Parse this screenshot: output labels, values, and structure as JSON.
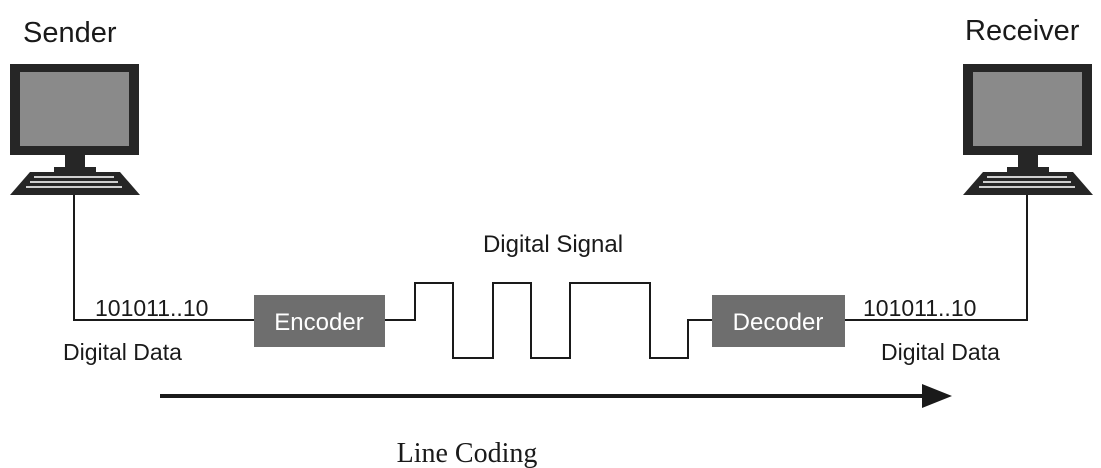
{
  "sender": {
    "title": "Sender",
    "bits": "101011..10",
    "data_label": "Digital Data"
  },
  "receiver": {
    "title": "Receiver",
    "bits": "101011..10",
    "data_label": "Digital Data"
  },
  "encoder": {
    "label": "Encoder"
  },
  "decoder": {
    "label": "Decoder"
  },
  "signal": {
    "label": "Digital Signal"
  },
  "process": {
    "label": "Line Coding"
  },
  "colors": {
    "box_fill": "#6e6e6e",
    "line": "#1a1a1a",
    "computer_frame": "#262626",
    "computer_screen": "#8a8a8a"
  }
}
